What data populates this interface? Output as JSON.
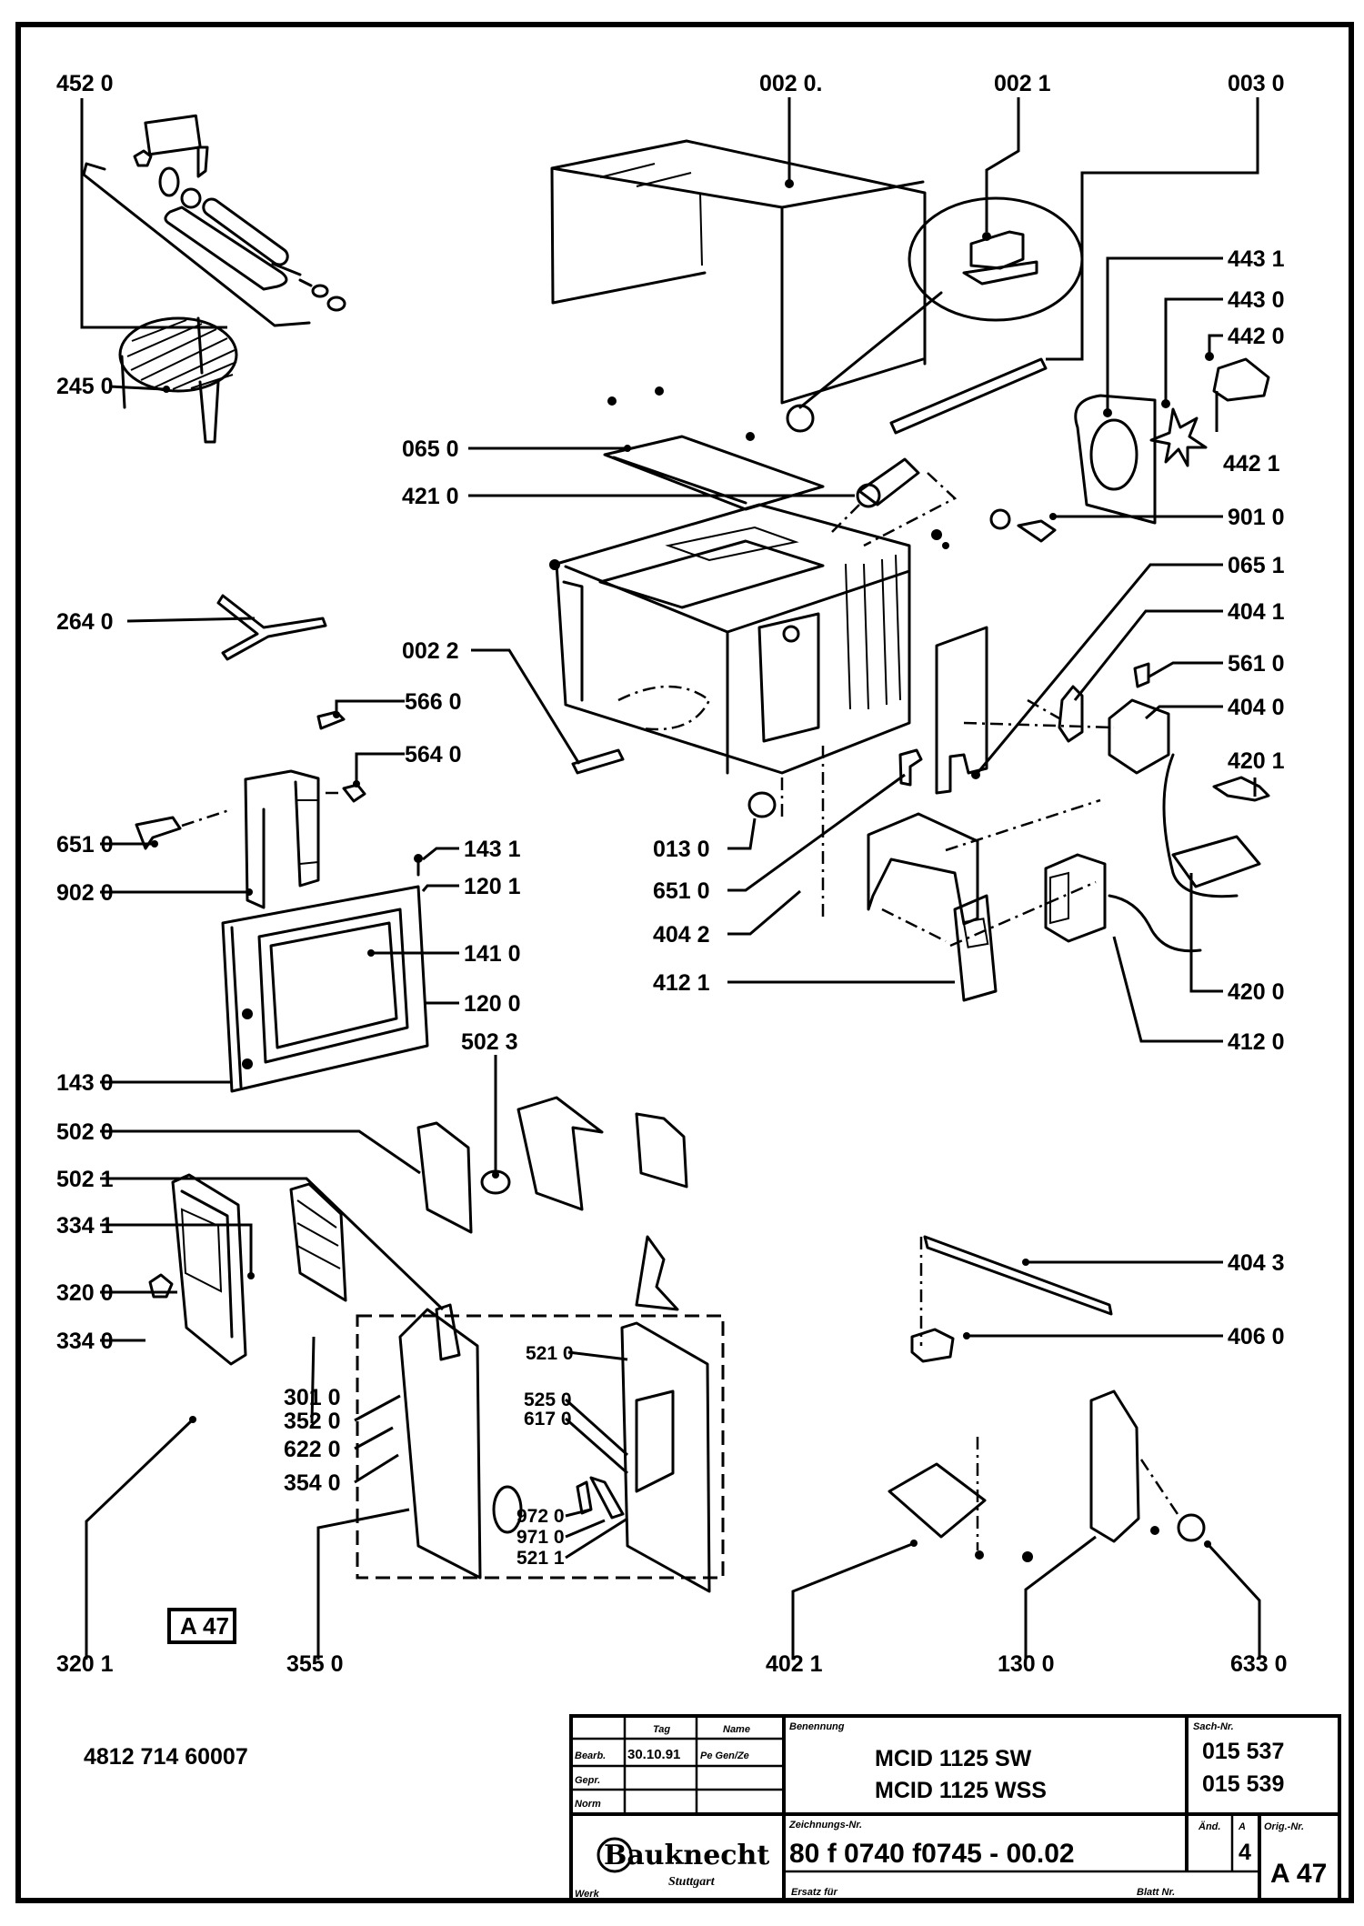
{
  "document": {
    "type": "Exploded parts diagram",
    "doc_number": "4812  714  60007",
    "sheet_tag": "A 47"
  },
  "part_labels": {
    "p4520": "452 0",
    "p0020": "002  0.",
    "p0021": "002 1",
    "p0030": "003 0",
    "p4431": "443 1",
    "p4430": "443 0",
    "p4420": "442 0",
    "p4421": "442 1",
    "p2450": "245 0",
    "p0650": "065 0",
    "p4210": "421 0",
    "p9010": "901 0",
    "p0651": "065 1",
    "p2640": "264 0",
    "p4041": "404 1",
    "p0022": "002 2",
    "p5610": "561 0",
    "p5660": "566 0",
    "p4040": "404 0",
    "p5640": "564 0",
    "p4201": "420 1",
    "p6510a": "651  0",
    "p0130": "013  0",
    "p1431": "143 1",
    "p9020": "902 0",
    "p1201": "120 1",
    "p6510b": "651  0",
    "p4042": "404  2",
    "p1410": "141 0",
    "p4121": "412  1",
    "p1200": "120 0",
    "p4200": "420 0",
    "p1430": "143 0",
    "p4120": "412 0",
    "p5023": "502  3",
    "p5020": "502 0",
    "p5021": "502 1",
    "p3341": "334 1",
    "p3200": "320 0",
    "p3340": "334 0",
    "p4043": "404 3",
    "p4060": "406 0",
    "p5210": "521 0",
    "p3010": "301  0",
    "p3520": "352  0",
    "p5250": "525 0",
    "p6170": "617 0",
    "p6220": "622 0",
    "p3540": "354 0",
    "p9720": "972 0",
    "p9710": "971 0",
    "p5211": "521 1",
    "p3201": "320  1",
    "p3550": "355 0",
    "p4021": "402  1",
    "p1300": "130 0",
    "p6330": "633 0"
  },
  "title_block": {
    "col_tag": "Tag",
    "col_name": "Name",
    "row_bearb": "Bearb.",
    "row_gepr": "Gepr.",
    "row_norm": "Norm",
    "bearb_date": "30.10.91",
    "bearb_name": "Pe Gen/Ze",
    "benennung_caption": "Benennung",
    "model_1": "MCID   1125  SW",
    "model_2": "MCID   1125  WSS",
    "sach_caption": "Sach-Nr.",
    "sach_1": "015  537",
    "sach_2": "015  539",
    "brand": "Bauknecht",
    "brand_city": "Stuttgart",
    "werk_caption": "Werk",
    "zeichnung_caption": "Zeichnungs-Nr.",
    "zeichnung_no": "80 f 0740 f0745  -  00.02",
    "aend_caption": "Änd.",
    "aend_col": "A",
    "aend_value": "4",
    "orig_caption": "Orig.-Nr.",
    "orig_value": "A 47",
    "ersatz_caption": "Ersatz für",
    "blatt_caption": "Blatt Nr."
  }
}
